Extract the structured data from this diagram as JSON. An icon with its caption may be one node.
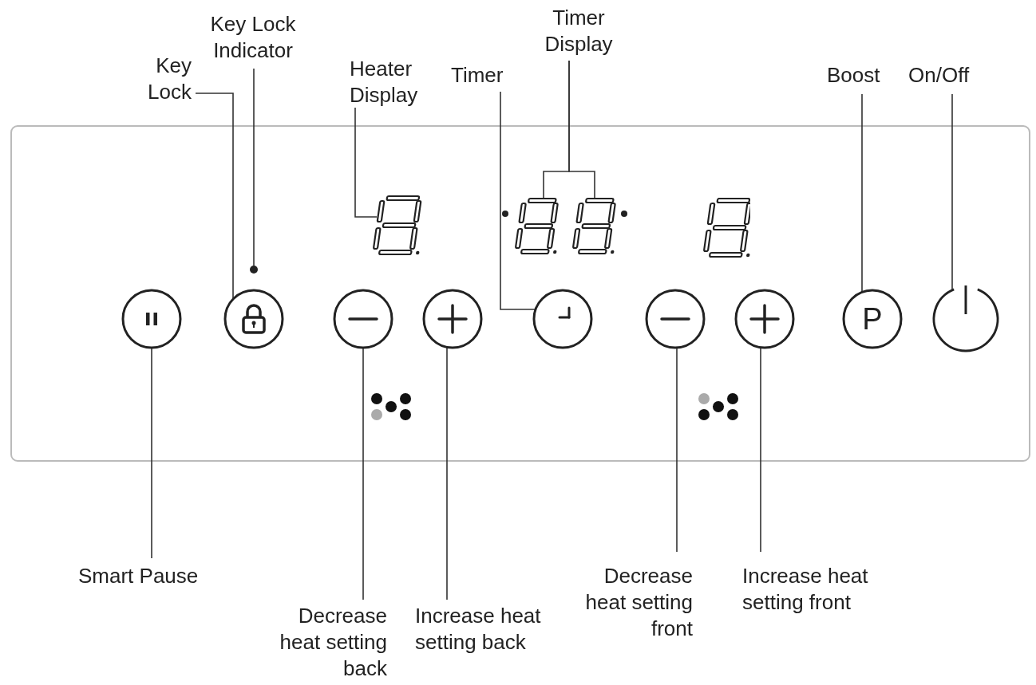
{
  "diagram": {
    "nodes": [
      {
        "text": [
          "Key Lock"
        ]
      },
      {
        "text": [
          "Key Lock Indicator"
        ]
      },
      {
        "text": [
          "Heater Display"
        ]
      },
      {
        "text": [
          "Timer"
        ]
      },
      {
        "text": [
          "Timer Display"
        ]
      },
      {
        "text": [
          "Boost"
        ]
      },
      {
        "text": [
          "On/Off"
        ]
      },
      {
        "text": [],
        "shape": "circle"
      },
      {
        "text": [],
        "shape": "circle"
      },
      {
        "text": [],
        "shape": "circle"
      },
      {
        "text": [],
        "shape": "display"
      },
      {
        "text": [],
        "shape": "circle"
      },
      {
        "text": [],
        "shape": "circle"
      },
      {
        "text": [],
        "shape": "circle"
      },
      {
        "text": [],
        "shape": "display"
      },
      {
        "text": [],
        "shape": "display"
      },
      {
        "text": [],
        "shape": "circle"
      },
      {
        "text": [],
        "shape": "circle"
      },
      {
        "text": [
          "P"
        ]
      },
      {
        "text": [],
        "shape": "circle"
      },
      {
        "text": [
          "Smart Pause"
        ]
      },
      {
        "text": [
          "Decrease heat setting back"
        ]
      },
      {
        "text": [
          "Increase heat setting back"
        ]
      },
      {
        "text": [
          "Decrease heat setting front"
        ]
      },
      {
        "text": [
          "Increase heat setting front"
        ]
      }
    ],
    "edges": [
      {
        "from": 0,
        "to": 9,
        "arrow": "none"
      },
      {
        "from": 1,
        "to": 8,
        "arrow": "none"
      },
      {
        "from": 2,
        "to": 10,
        "arrow": "none"
      },
      {
        "from": 3,
        "to": 13,
        "arrow": "none"
      },
      {
        "from": 4,
        "to": 14,
        "arrow": "none"
      },
      {
        "from": 4,
        "to": 15,
        "arrow": "none"
      },
      {
        "from": 5,
        "to": 18,
        "arrow": "none"
      },
      {
        "from": 6,
        "to": 19,
        "arrow": "none"
      },
      {
        "from": 20,
        "to": 7,
        "arrow": "none"
      },
      {
        "from": 21,
        "to": 11,
        "arrow": "none"
      },
      {
        "from": 22,
        "to": 12,
        "arrow": "none"
      },
      {
        "from": 23,
        "to": 16,
        "arrow": "none"
      },
      {
        "from": 24,
        "to": 17,
        "arrow": "none"
      }
    ]
  }
}
